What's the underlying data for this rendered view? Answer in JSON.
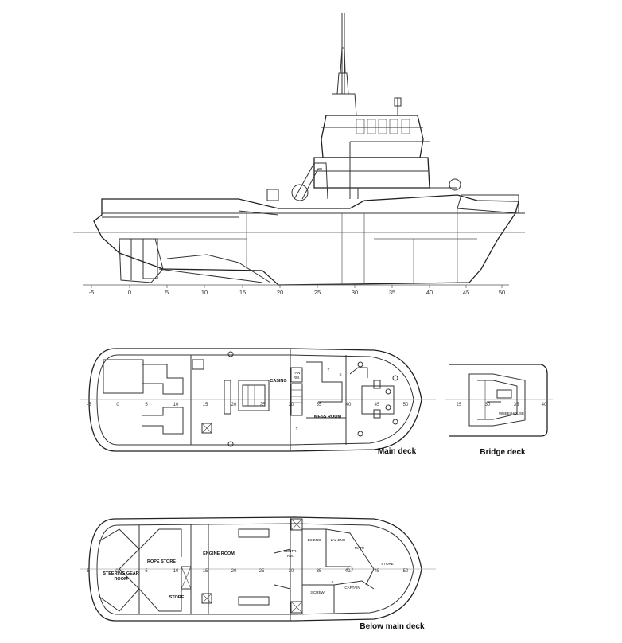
{
  "side_view": {
    "frame_labels": [
      "-5",
      "0",
      "5",
      "10",
      "15",
      "20",
      "25",
      "30",
      "35",
      "40",
      "45",
      "50"
    ]
  },
  "main_deck": {
    "title": "Main deck",
    "frame_labels": [
      "-5",
      "0",
      "5",
      "10",
      "15",
      "20",
      "25",
      "30",
      "35",
      "40",
      "45",
      "50"
    ],
    "rooms": {
      "casing": "CASING",
      "fan_rm_1": "FAN",
      "fan_rm_2": "RM.",
      "t1": "T",
      "t2": "T",
      "s": "S",
      "mess_room": "MESS ROOM"
    }
  },
  "bridge_deck": {
    "title": "Bridge deck",
    "frame_labels": [
      "25",
      "30",
      "35",
      "40"
    ],
    "rooms": {
      "wheelhouse": "WHEELHOUSE"
    }
  },
  "below_main_deck": {
    "title": "Below main deck",
    "frame_labels": [
      "-5",
      "0",
      "5",
      "10",
      "15",
      "20",
      "25",
      "30",
      "35",
      "40",
      "45",
      "50"
    ],
    "rooms": {
      "steering_gear_1": "STEERING GEAR",
      "steering_gear_2": "ROOM",
      "rope_store": "ROPE STORE",
      "store_aft": "STORE",
      "engine_room": "ENGINE ROOM",
      "contr_rm_1": "CONTR.",
      "contr_rm_2": "RM.",
      "first_eng": "1st ENG",
      "second_eng": "2nd ENG",
      "mate": "MATE",
      "store_fwd": "STORE",
      "three_crew": "3 CREW",
      "s": "S",
      "captain": "CAPTAIN"
    }
  }
}
